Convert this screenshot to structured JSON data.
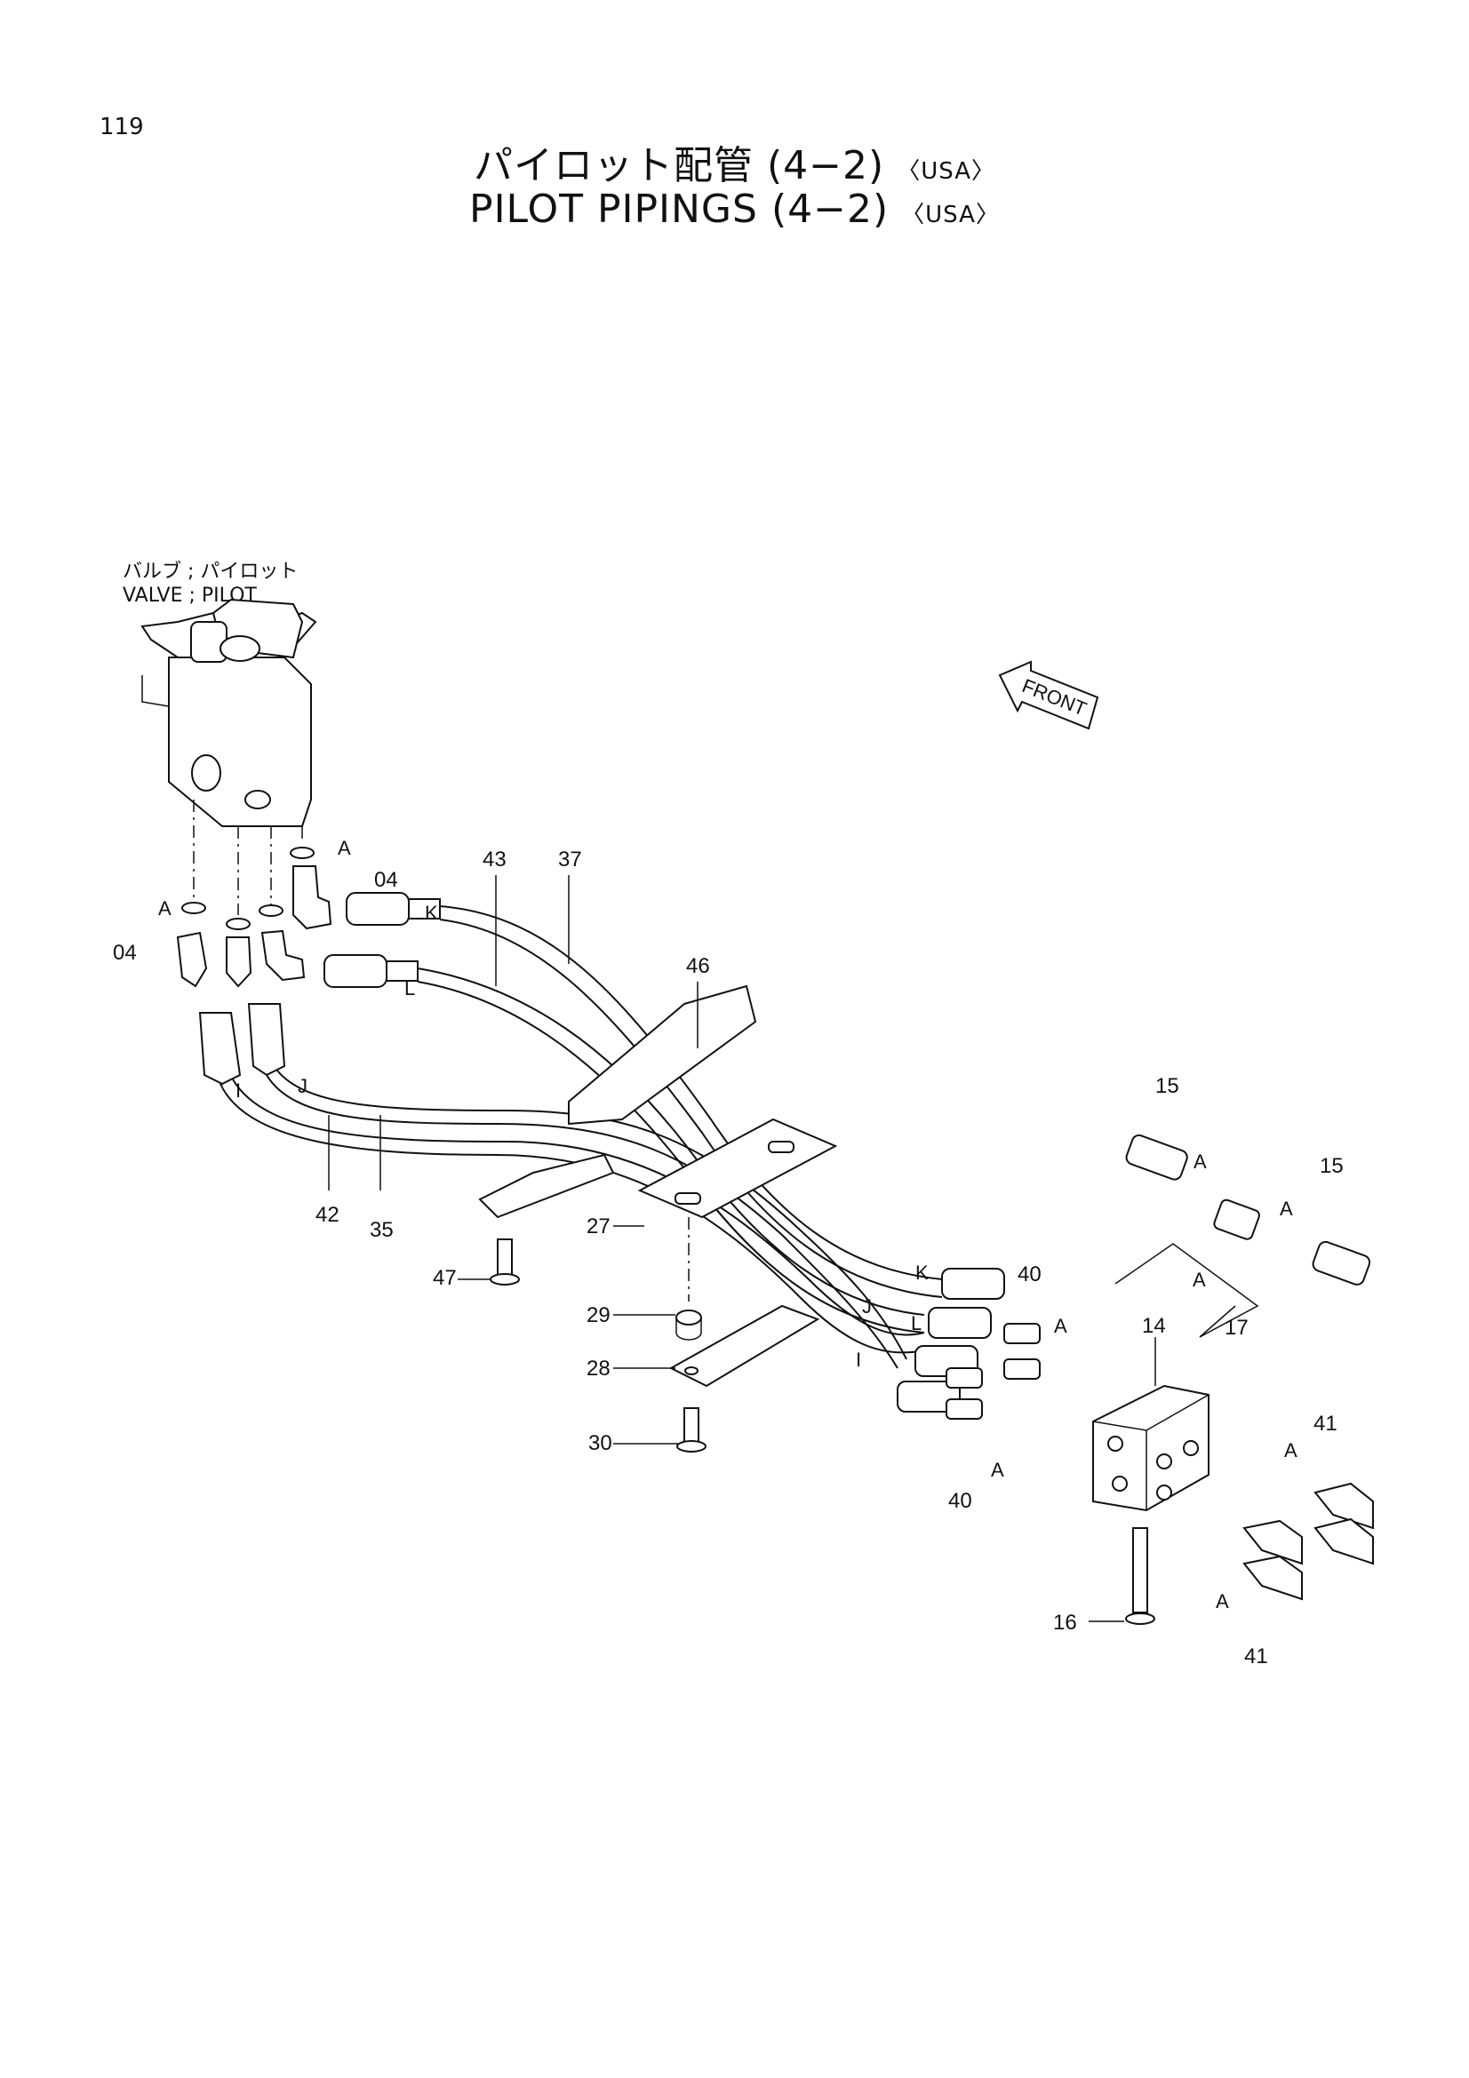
{
  "page_number": "119",
  "title_jp": "パイロット配管 (4−2)",
  "title_en": "PILOT PIPINGS (4−2)",
  "region_tag": "〈USA〉",
  "valve_label_jp": "バルブ ; パイロット",
  "valve_label_en": "VALVE ; PILOT",
  "front_label": "FRONT",
  "callouts": {
    "c04_top": "04",
    "c04_left": "04",
    "c43": "43",
    "c37": "37",
    "c46": "46",
    "c42": "42",
    "c35": "35",
    "c27": "27",
    "c47": "47",
    "c29": "29",
    "c28": "28",
    "c30": "30",
    "c15_a": "15",
    "c15_b": "15",
    "c17": "17",
    "c14": "14",
    "c40_a": "40",
    "c40_b": "40",
    "c41_a": "41",
    "c41_b": "41",
    "c16": "16"
  },
  "hose_letters": {
    "k": "K",
    "l": "L",
    "i": "I",
    "j": "J",
    "a": "A"
  }
}
